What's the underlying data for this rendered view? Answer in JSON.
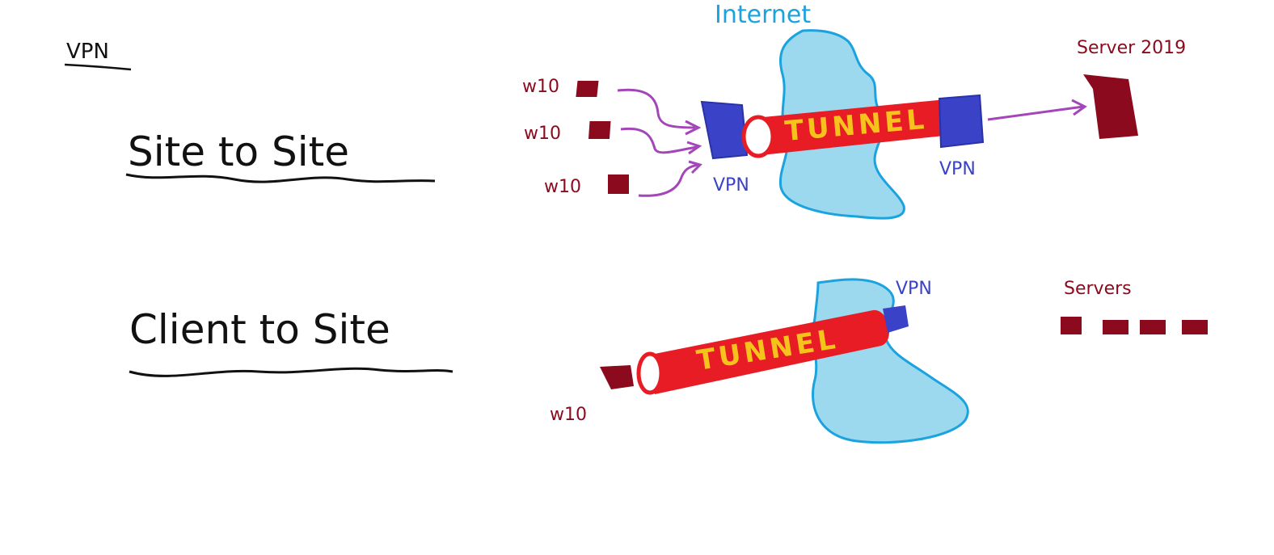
{
  "page": {
    "heading": "VPN"
  },
  "site_to_site": {
    "title": "Site to Site",
    "internet_label": "Internet",
    "clients": [
      "w10",
      "w10",
      "w10"
    ],
    "vpn_left_label": "VPN",
    "vpn_right_label": "VPN",
    "tunnel_label": "TUNNEL",
    "server_label": "Server 2019"
  },
  "client_to_site": {
    "title": "Client to Site",
    "client_label": "w10",
    "tunnel_label": "TUNNEL",
    "vpn_label": "VPN",
    "servers_label": "Servers"
  },
  "colors": {
    "ink": "#111111",
    "device_red": "#8b0a1e",
    "vpn_blue": "#3a43c8",
    "tunnel_red": "#e81c24",
    "tunnel_text": "#f6c21c",
    "cloud_fill": "#9dd9ee",
    "cloud_stroke": "#1aa3de",
    "arrow_purple": "#a246b8"
  }
}
